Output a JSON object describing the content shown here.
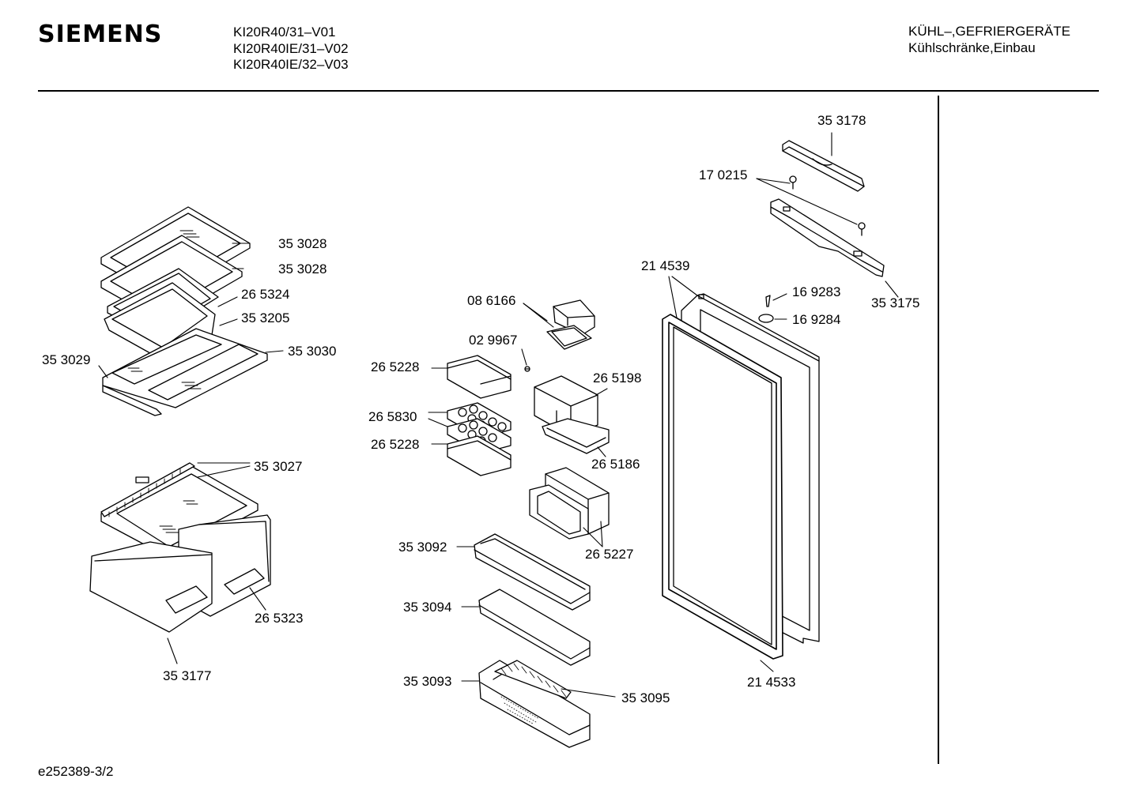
{
  "header": {
    "brand": "SIEMENS",
    "models": [
      "KI20R40/31–V01",
      "KI20R40IE/31–V02",
      "KI20R40IE/32–V03"
    ],
    "category": "KÜHL–,GEFRIERGERÄTE",
    "subcategory": "Kühlschränke,Einbau"
  },
  "footer": {
    "doc_id": "e252389-3/2"
  },
  "parts": [
    {
      "id": "p-353178",
      "number": "35 3178"
    },
    {
      "id": "p-170215",
      "number": "17 0215"
    },
    {
      "id": "p-353175",
      "number": "35 3175"
    },
    {
      "id": "p-214539",
      "number": "21 4539"
    },
    {
      "id": "p-169283",
      "number": "16 9283"
    },
    {
      "id": "p-169284",
      "number": "16 9284"
    },
    {
      "id": "p-353028a",
      "number": "35 3028"
    },
    {
      "id": "p-353028b",
      "number": "35 3028"
    },
    {
      "id": "p-265324",
      "number": "26 5324"
    },
    {
      "id": "p-353205",
      "number": "35 3205"
    },
    {
      "id": "p-353030",
      "number": "35 3030"
    },
    {
      "id": "p-353029",
      "number": "35 3029"
    },
    {
      "id": "p-086166",
      "number": "08 6166"
    },
    {
      "id": "p-029967",
      "number": "02 9967"
    },
    {
      "id": "p-265228a",
      "number": "26 5228"
    },
    {
      "id": "p-265198",
      "number": "26 5198"
    },
    {
      "id": "p-265830",
      "number": "26 5830"
    },
    {
      "id": "p-265228b",
      "number": "26 5228"
    },
    {
      "id": "p-265186",
      "number": "26 5186"
    },
    {
      "id": "p-353027",
      "number": "35 3027"
    },
    {
      "id": "p-265227",
      "number": "26 5227"
    },
    {
      "id": "p-353092",
      "number": "35 3092"
    },
    {
      "id": "p-265323",
      "number": "26 5323"
    },
    {
      "id": "p-353094",
      "number": "35 3094"
    },
    {
      "id": "p-353177",
      "number": "35 3177"
    },
    {
      "id": "p-353093",
      "number": "35 3093"
    },
    {
      "id": "p-353095",
      "number": "35 3095"
    },
    {
      "id": "p-214533",
      "number": "21 4533"
    }
  ]
}
